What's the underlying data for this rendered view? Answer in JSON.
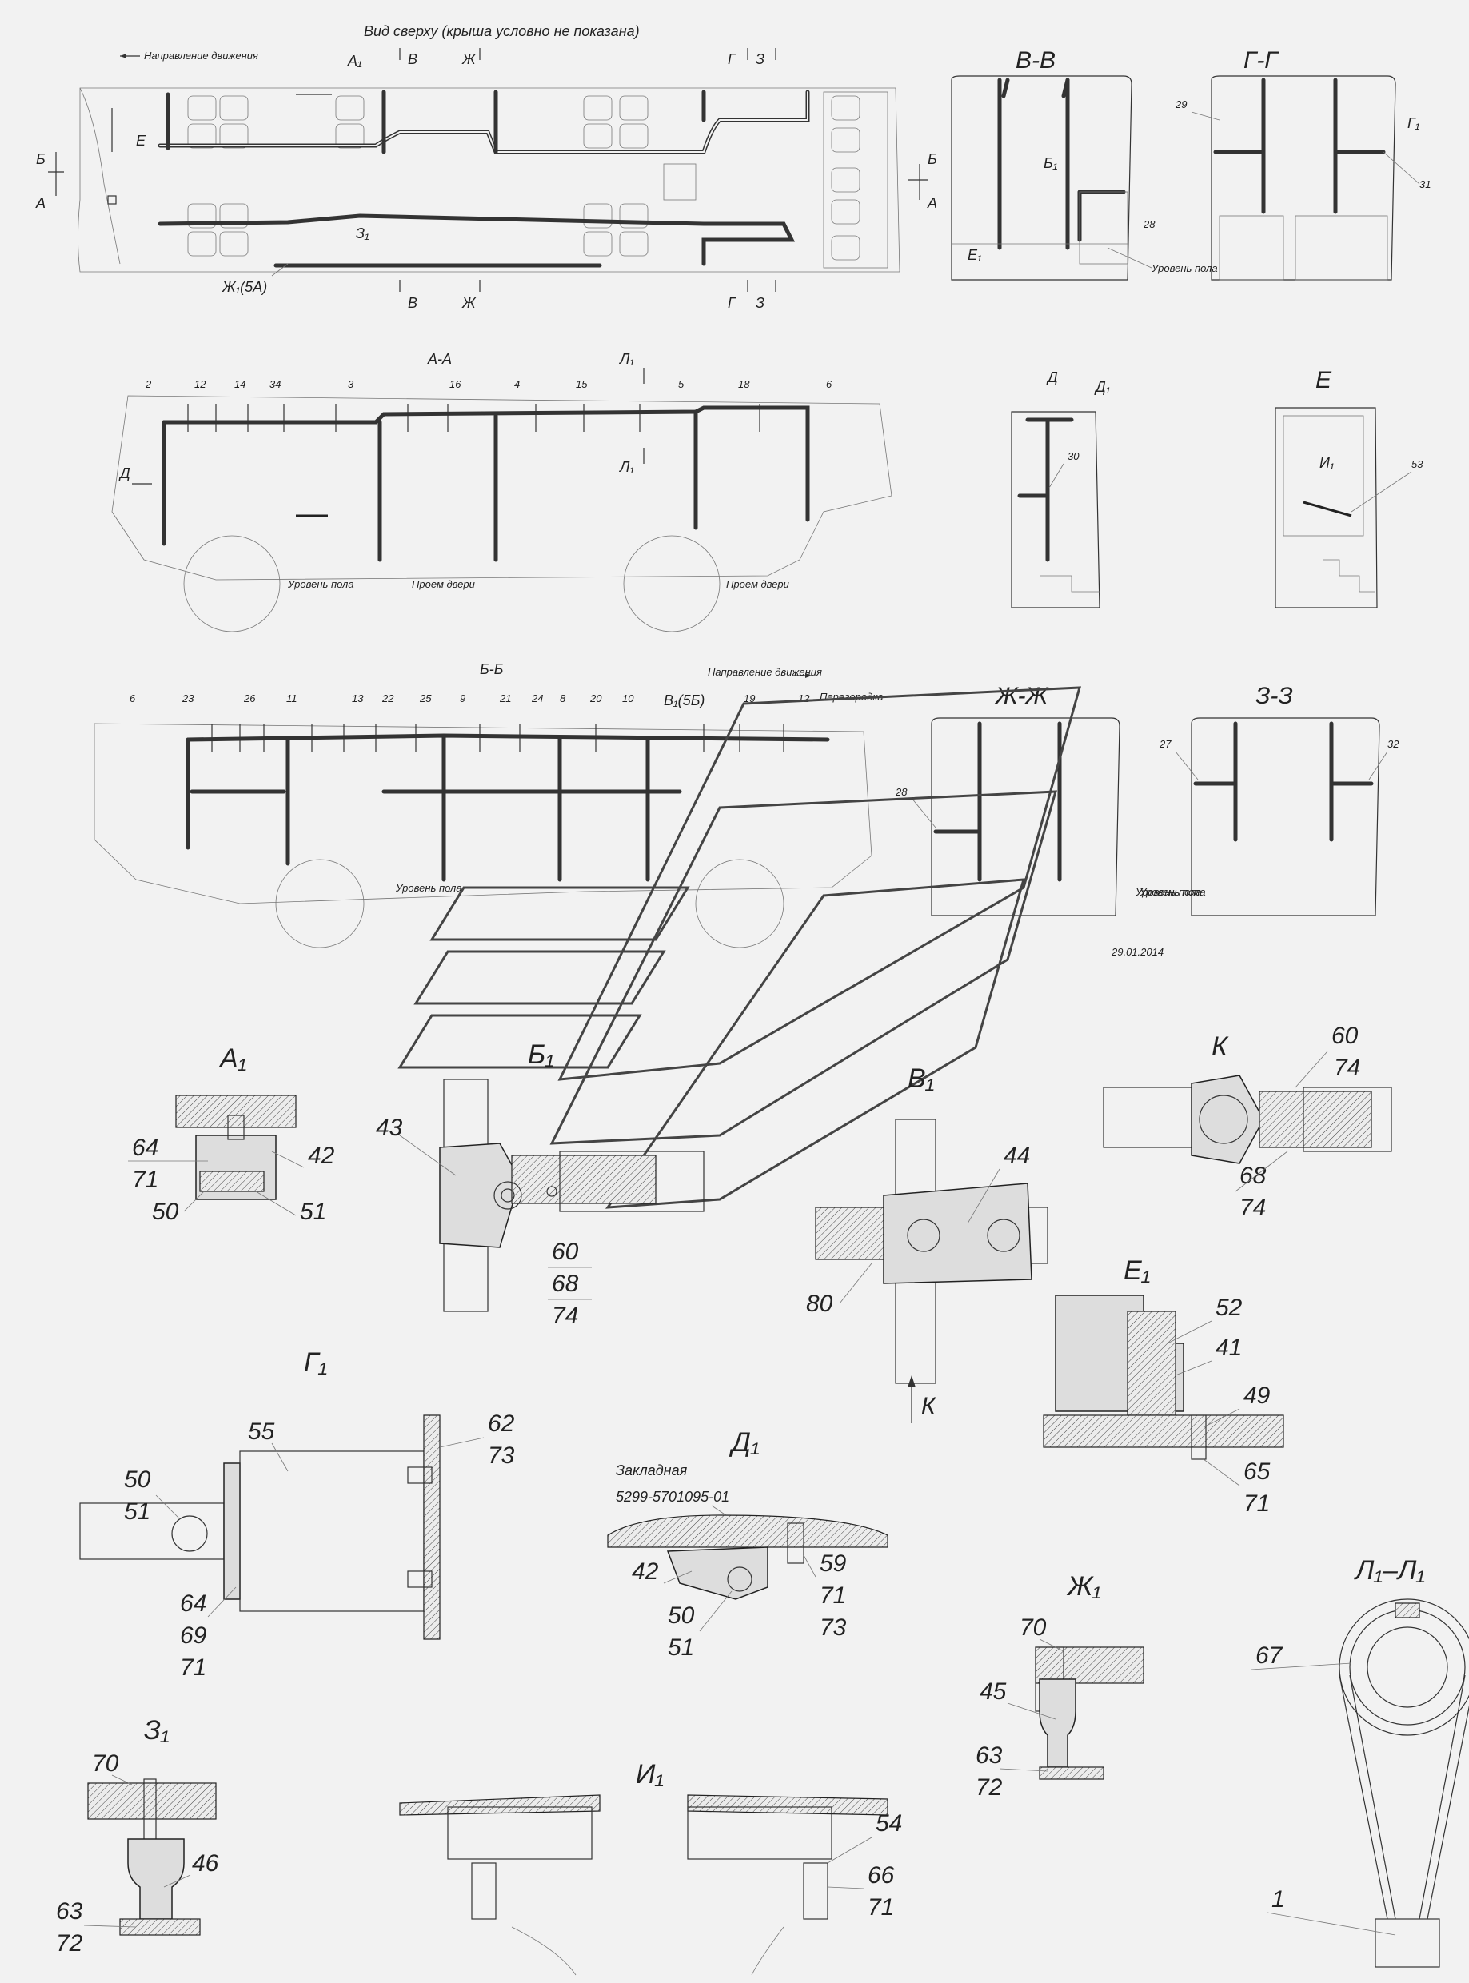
{
  "title_top": "Вид сверху (крыша условно не показана)",
  "direction_label": "Направление движения",
  "floor_level": "Уровень пола",
  "door_opening": "Проем двери",
  "partition": "Перегородка",
  "date": "29.01.2014",
  "embed_label": "Закладная",
  "embed_part": "5299-5701095-01",
  "views": {
    "top": {
      "a1": "А₁",
      "v": "В",
      "zh": "Ж",
      "g": "Г",
      "z": "З",
      "b": "Б",
      "a": "А",
      "e": "Е",
      "z1": "З₁",
      "zh1": "Ж₁(5А)"
    },
    "vv": {
      "title": "В-В",
      "l29": "",
      "b1": "Б₁",
      "e1": "Е₁",
      "n28": "28"
    },
    "gg": {
      "title": "Г-Г",
      "n29": "29",
      "g1": "Г₁",
      "n31": "31"
    },
    "aa": {
      "title": "А-А",
      "nums": [
        "2",
        "12",
        "14",
        "34",
        "3",
        "16",
        "4",
        "15",
        "5",
        "18",
        "6"
      ],
      "l1": "Л₁",
      "d": "Д"
    },
    "d": {
      "title": "Д",
      "d1": "Д₁",
      "n30": "30"
    },
    "e": {
      "title": "Е",
      "i1": "И₁",
      "n53": "53"
    },
    "bb": {
      "title": "Б-Б",
      "nums": [
        "6",
        "23",
        "26",
        "11",
        "13",
        "22",
        "25",
        "9",
        "21",
        "24",
        "8",
        "20",
        "10",
        "19",
        "12"
      ],
      "v1": "В₁(5Б)"
    },
    "zhzh": {
      "title": "Ж-Ж",
      "n28": "28"
    },
    "zz": {
      "title": "З-З",
      "n27": "27",
      "n32": "32"
    }
  },
  "details": {
    "a1": {
      "title": "А₁",
      "n64": "64",
      "n71": "71",
      "n42": "42",
      "n50": "50",
      "n51": "51"
    },
    "b1": {
      "title": "Б₁",
      "n43": "43",
      "n60": "60",
      "n68": "68",
      "n74": "74"
    },
    "v1": {
      "title": "В₁",
      "n44": "44",
      "n80": "80",
      "k": "К"
    },
    "k": {
      "title": "К",
      "n60": "60",
      "n74a": "74",
      "n68": "68",
      "n74b": "74"
    },
    "e1": {
      "title": "Е₁",
      "n52": "52",
      "n41": "41",
      "n49": "49",
      "n65": "65",
      "n71": "71"
    },
    "g1": {
      "title": "Г₁",
      "n55": "55",
      "n62": "62",
      "n73": "73",
      "n50": "50",
      "n51": "51",
      "n64": "64",
      "n69": "69",
      "n71": "71"
    },
    "d1": {
      "title": "Д₁",
      "n42": "42",
      "n59": "59",
      "n71": "71",
      "n73": "73",
      "n50": "50",
      "n51": "51"
    },
    "zh1": {
      "title": "Ж₁",
      "n70": "70",
      "n45": "45",
      "n63": "63",
      "n72": "72"
    },
    "l1l1": {
      "title": "Л₁–Л₁",
      "n67": "67",
      "n1": "1"
    },
    "z1": {
      "title": "З₁",
      "n70": "70",
      "n46": "46",
      "n63": "63",
      "n72": "72"
    },
    "i1": {
      "title": "И₁",
      "n54": "54",
      "n66": "66",
      "n71": "71"
    }
  }
}
